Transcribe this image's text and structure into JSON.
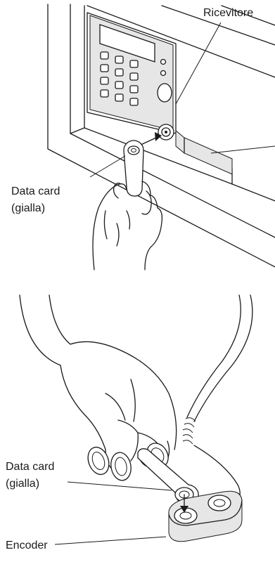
{
  "labels": {
    "ricevitore": "Ricevitore",
    "data_card_top_line1": "Data card",
    "data_card_top_line2": "(gialla)",
    "data_card_bottom_line1": "Data card",
    "data_card_bottom_line2": "(gialla)",
    "encoder": "Encoder"
  }
}
